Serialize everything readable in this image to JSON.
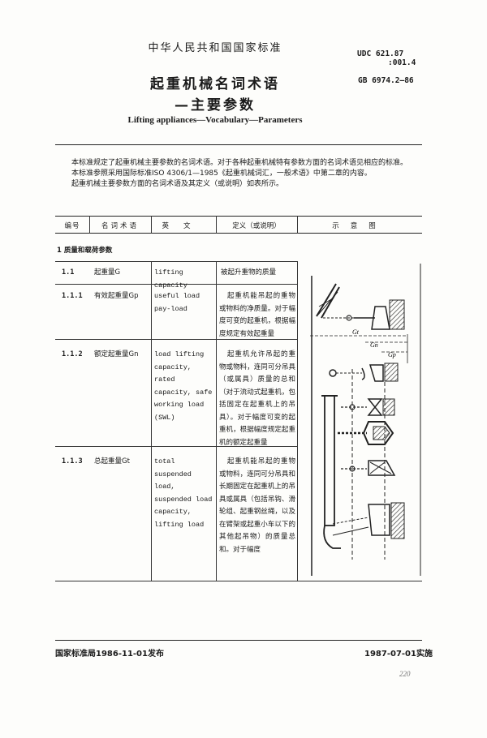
{
  "header": {
    "national_standard": "中华人民共和国国家标准",
    "udc_line1": "UDC 621.87",
    "udc_line2": ":001.4",
    "gb_code": "GB 6974.2—86",
    "title_line1": "起重机械名词术语",
    "title_line2": "—主要参数",
    "english_title": "Lifting appliances—Vocabulary—Parameters"
  },
  "intro": {
    "p1": "本标准规定了起重机械主要参数的名词术语。对于各种起重机械特有参数方面的名词术语见相应的标准。",
    "p2": "本标准参照采用国际标准ISO 4306/1—1985《起重机械词汇，一般术语》中第二章的内容。",
    "p3": "起重机械主要参数方面的名词术语及其定义（或说明）如表所示。"
  },
  "table": {
    "headers": {
      "number": "编号",
      "term": "名词术语",
      "english": "英文",
      "definition": "定义（或说明）",
      "diagram": "示意图"
    },
    "section_title": "1 质量和载荷参数",
    "rows": [
      {
        "number": "1.1",
        "term": "起重量G",
        "english": "lifting capacity",
        "definition": "被起升重物的质量"
      },
      {
        "number": "1.1.1",
        "term": "有效起重量Gp",
        "english": "useful load pay-load",
        "definition": "起重机能吊起的重物或物料的净质量。对于幅度可变的起重机，根据幅度规定有效起重量"
      },
      {
        "number": "1.1.2",
        "term": "额定起重量Gn",
        "english": "load lifting capacity, rated capacity, safe working load (SWL)",
        "definition": "起重机允许吊起的重物或物料，连同可分吊具（或属具）质量的总和（对于流动式起重机，包括固定在起重机上的吊具）。对于幅度可变的起重机，根据幅度规定起重机的额定起重量"
      },
      {
        "number": "1.1.3",
        "term": "总起重量Gt",
        "english": "total suspended load, suspended load capacity, lifting load",
        "definition": "起重机能吊起的重物或物料，连同可分吊具和长期固定在起重机上的吊具或属具（包括吊钩、滑轮组、起重钢丝绳，以及在臂架或起重小车以下的其他起吊物）的质量总和。对于幅度"
      }
    ]
  },
  "footer": {
    "issued": "国家标准局1986-11-01发布",
    "effective": "1987-07-01实施",
    "page_number": "220"
  },
  "diagram": {
    "labels": [
      "Gt",
      "Gn",
      "Gp"
    ]
  }
}
